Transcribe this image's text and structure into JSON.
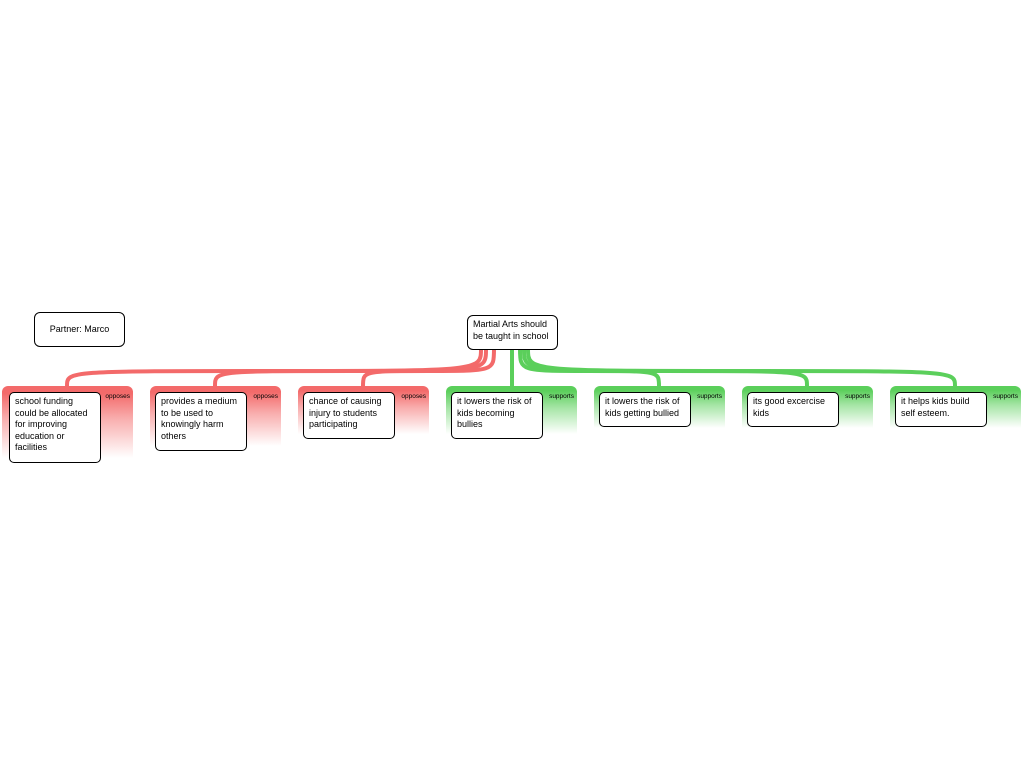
{
  "partner_label": "Partner: Marco",
  "claim": "Martial Arts should be taught in school",
  "colors": {
    "opposes": "#f36a6a",
    "supports": "#5bcf5b"
  },
  "reasons": [
    {
      "type": "opposes",
      "tag": "opposes",
      "text": "school funding could be allocated for improving education or facilities"
    },
    {
      "type": "opposes",
      "tag": "opposes",
      "text": "provides a medium to be used to knowingly harm others"
    },
    {
      "type": "opposes",
      "tag": "opposes",
      "text": "chance of causing injury to students participating"
    },
    {
      "type": "supports",
      "tag": "supports",
      "text": "it lowers the risk of kids becoming bullies"
    },
    {
      "type": "supports",
      "tag": "supports",
      "text": "it  lowers the risk of kids getting bullied"
    },
    {
      "type": "supports",
      "tag": "supports",
      "text": "its good excercise kids"
    },
    {
      "type": "supports",
      "tag": "supports",
      "text": "it helps kids build self esteem."
    }
  ]
}
